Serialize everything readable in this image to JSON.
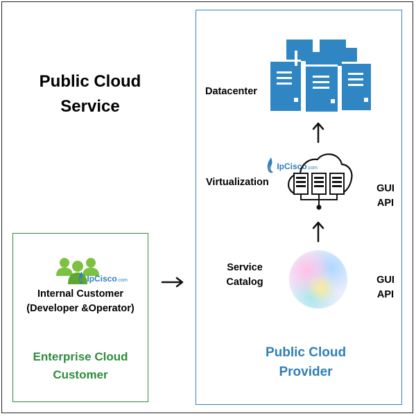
{
  "title": {
    "line1": "Public Cloud",
    "line2": "Service"
  },
  "provider": {
    "line1": "Public Cloud",
    "line2": "Provider",
    "datacenter": "Datacenter",
    "virtualization": "Virtualization",
    "service_catalog_line1": "Service",
    "service_catalog_line2": "Catalog",
    "gui_api_top": {
      "gui": "GUI",
      "api": "API"
    },
    "gui_api_bottom": {
      "gui": "GUI",
      "api": "API"
    }
  },
  "enterprise": {
    "customer_line1": "Internal Customer",
    "customer_line2": "(Developer &Operator)",
    "label_line1": "Enterprise Cloud",
    "label_line2": "Customer"
  },
  "brand": {
    "name": "IpCisco",
    "suffix": ".com"
  },
  "icons": [
    "server-rack-icon",
    "cloud-virtualization-icon",
    "service-catalog-sphere-icon",
    "users-group-icon",
    "arrow-right-icon",
    "arrow-up-icon"
  ],
  "colors": {
    "provider": "#2f86c2",
    "enterprise": "#2e8b3d",
    "server": "#2f86c2",
    "users": "#7cc142"
  }
}
